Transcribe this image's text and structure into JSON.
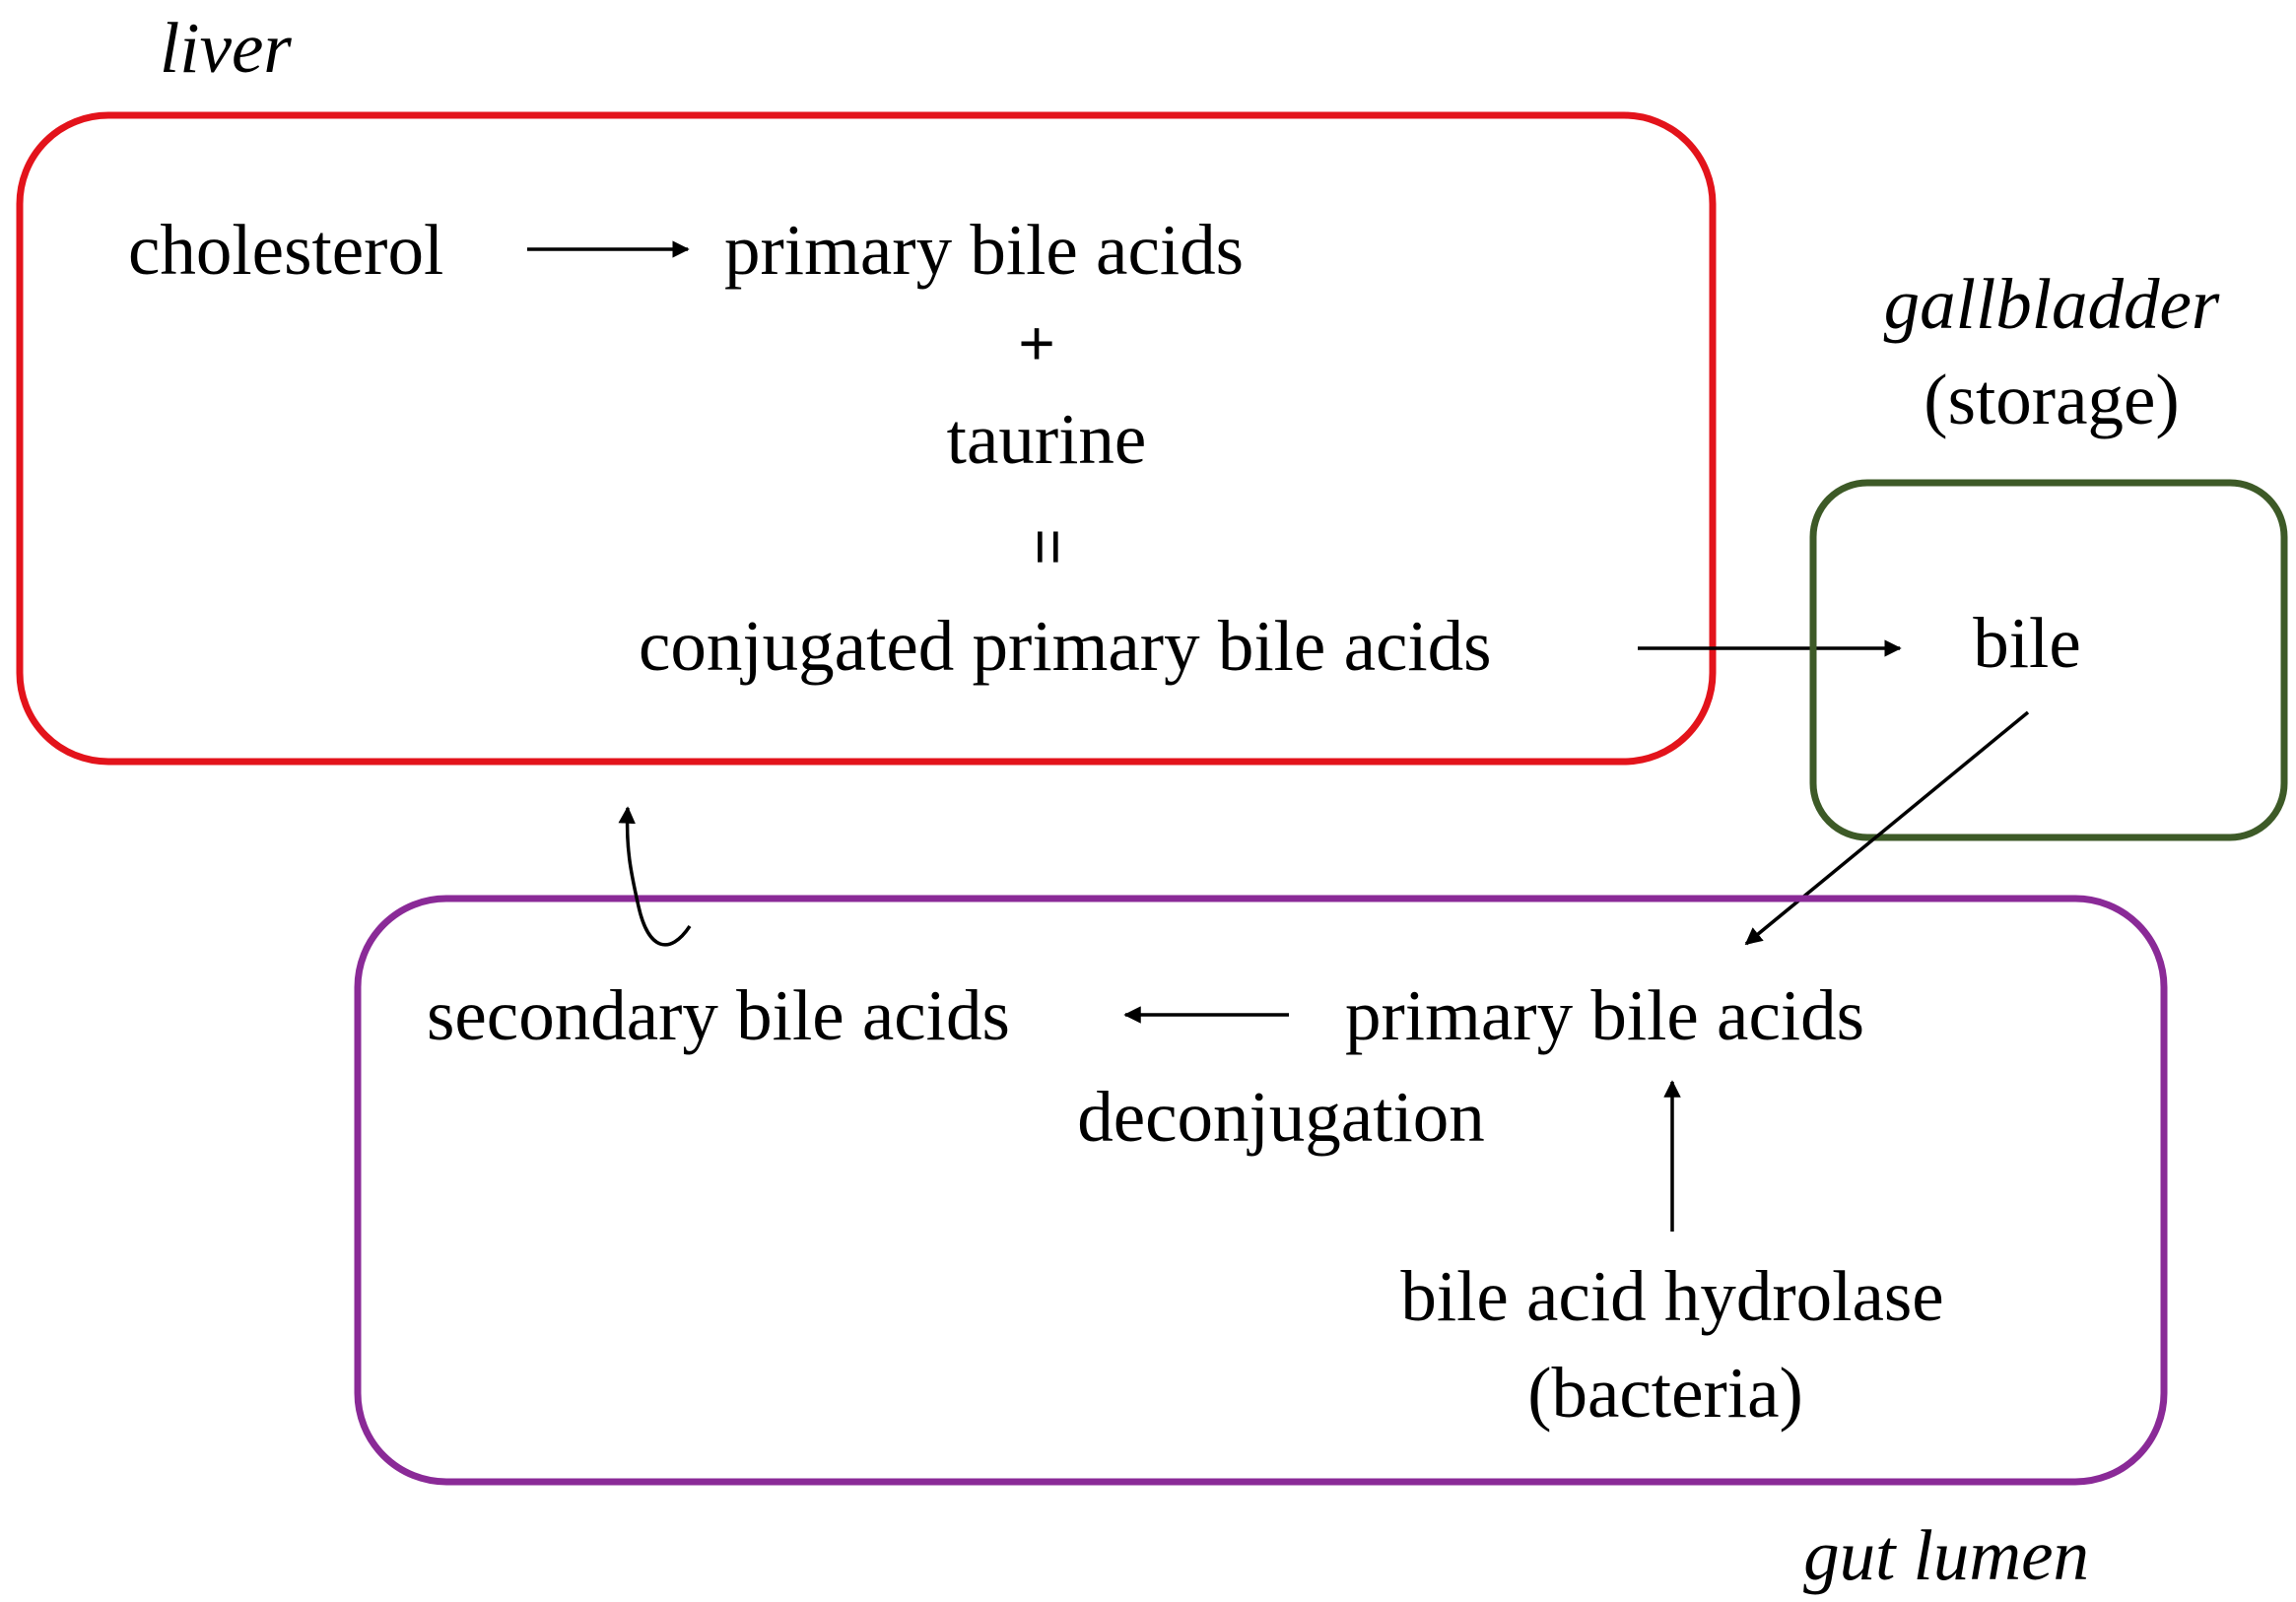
{
  "regions": {
    "liver": {
      "label": "liver",
      "color": "#e3131b"
    },
    "gallbladder": {
      "label": "gallbladder",
      "sublabel": "(storage)",
      "color": "#3d5a27"
    },
    "gut_lumen": {
      "label": "gut lumen",
      "color": "#8a2a97"
    }
  },
  "nodes": {
    "cholesterol": "cholesterol",
    "primary_bile_acids_liver": "primary bile acids",
    "plus": "+",
    "taurine": "taurine",
    "equals": "=",
    "conjugated": "conjugated primary bile acids",
    "bile": "bile",
    "secondary_bile_acids": "secondary bile acids",
    "primary_bile_acids_gut": "primary bile acids",
    "deconjugation": "deconjugation",
    "hydrolase": "bile acid hydrolase",
    "bacteria": "(bacteria)"
  }
}
